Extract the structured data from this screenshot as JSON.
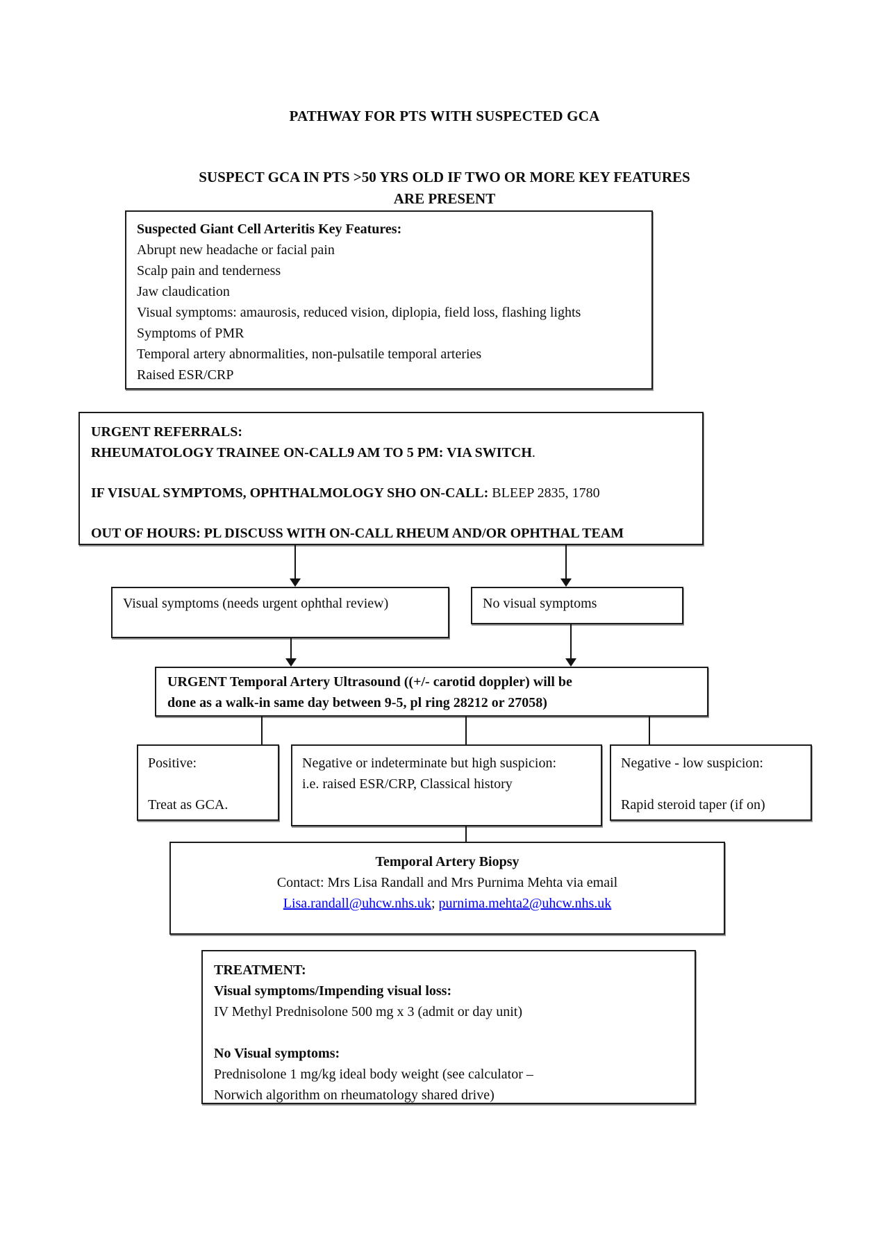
{
  "page": {
    "title": "PATHWAY FOR PTS WITH SUSPECTED GCA",
    "subtitle_line1": "SUSPECT GCA IN PTS >50 YRS OLD IF TWO OR MORE KEY FEATURES",
    "subtitle_line2": "ARE PRESENT"
  },
  "key_features_box": {
    "heading": "Suspected Giant Cell Arteritis Key Features:",
    "items": [
      "Abrupt new headache or facial pain",
      "Scalp pain and tenderness",
      "Jaw claudication",
      "Visual symptoms: amaurosis, reduced vision, diplopia, field loss, flashing lights",
      "Symptoms of PMR",
      "Temporal artery abnormalities, non-pulsatile temporal arteries",
      "Raised ESR/CRP"
    ]
  },
  "urgent_referrals_box": {
    "line1": "URGENT REFERRALS:",
    "line2": "RHEUMATOLOGY TRAINEE ON-CALL9 AM TO 5 PM: VIA SWITCH",
    "line2_suffix": ".",
    "line3_bold": "IF VISUAL SYMPTOMS, OPHTHALMOLOGY SHO ON-CALL:",
    "line3_regular": " BLEEP 2835, 1780",
    "line4": "OUT OF HOURS: PL DISCUSS WITH ON-CALL RHEUM AND/OR OPHTHAL TEAM"
  },
  "branch_boxes": {
    "visual_symptoms": "Visual symptoms (needs urgent ophthal review)",
    "no_visual_symptoms": "No visual symptoms"
  },
  "ultrasound_box": {
    "line1": "URGENT Temporal Artery Ultrasound ((+/- carotid doppler) will be",
    "line2": "done as a walk-in same day between 9-5, pl ring 28212 or 27058)"
  },
  "outcome_boxes": {
    "positive": {
      "title": "Positive:",
      "body": "Treat as GCA."
    },
    "indeterminate": {
      "title": "Negative or indeterminate but high suspicion:",
      "body": "i.e. raised ESR/CRP, Classical history"
    },
    "negative_low": {
      "title": "Negative - low suspicion:",
      "body": "Rapid steroid taper (if on)"
    }
  },
  "biopsy_box": {
    "title": "Temporal Artery Biopsy",
    "contact_line": "Contact: Mrs Lisa Randall and Mrs Purnima Mehta via email",
    "email1": "Lisa.randall@uhcw.nhs.uk",
    "separator": "; ",
    "email2": "purnima.mehta2@uhcw.nhs.uk"
  },
  "treatment_box": {
    "heading": "TREATMENT:",
    "visual_heading": "Visual symptoms/Impending visual loss:",
    "visual_body": "IV Methyl Prednisolone 500 mg x 3 (admit or day unit)",
    "no_visual_heading": "No Visual symptoms:",
    "no_visual_body_line1": "Prednisolone 1 mg/kg ideal body weight (see calculator –",
    "no_visual_body_line2": "Norwich algorithm on rheumatology shared drive)"
  },
  "colors": {
    "text": "#0d0d0d",
    "border": "#1c1c1c",
    "link": "#0000ee"
  }
}
